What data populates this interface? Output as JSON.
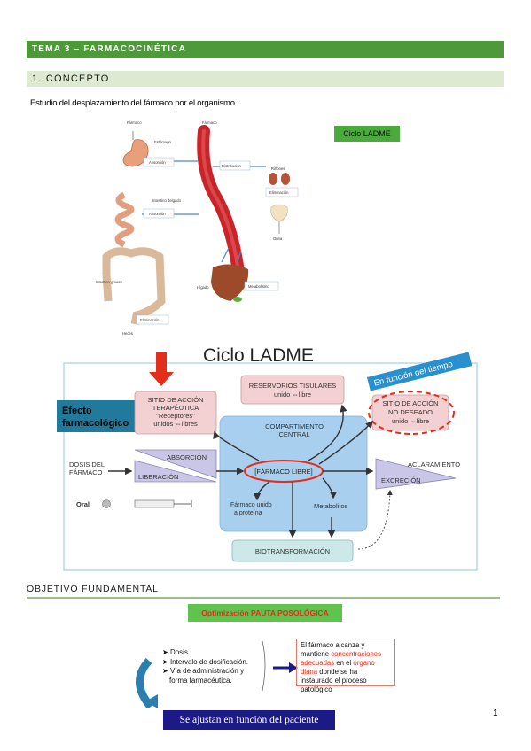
{
  "header": {
    "title": "TEMA 3 – FARMACOCINÉTICA",
    "section": "1. CONCEPTO",
    "intro": "Estudio del desplazamiento del fármaco por el organismo.",
    "ladme_tag": "Ciclo LADME"
  },
  "anatomy": {
    "farmaco_left": "Fármaco",
    "farmaco_right": "Fármaco",
    "estomago": "Estómago",
    "absorcion_1": "Absorción",
    "intestino_delgado": "Intestino delgado",
    "absorcion_2": "Absorción",
    "intestino_grueso": "Intestino grueso",
    "eliminacion_1": "Eliminación",
    "heces": "Heces",
    "distribucion": "Distribución",
    "rinones": "Riñones",
    "eliminacion_2": "Eliminación",
    "orina": "Orina",
    "higado": "Hígado",
    "metabolismo": "Metabolismo"
  },
  "ladme": {
    "title": "Ciclo LADME",
    "tiempo": "En función del tiempo",
    "efecto_1": "Efecto",
    "efecto_2": "farmacológico",
    "sitio_accion": [
      "SITIO DE ACCIÓN",
      "TERAPÉUTICA",
      "\"Receptores\"",
      "unidos ⇔libres"
    ],
    "reservorios": [
      "RESERVORIOS TISULARES",
      "unido ⇔libre"
    ],
    "no_deseado": [
      "SITIO DE ACCIÓN",
      "NO DESEADO",
      "unido ⇔libre"
    ],
    "compartimento": [
      "COMPARTIMENTO",
      "CENTRAL"
    ],
    "dosis": [
      "DOSIS DEL",
      "FÁRMACO"
    ],
    "absorcion": "ABSORCIÓN",
    "liberacion": "LIBERACIÓN",
    "farmaco_libre": "[FÁRMACO LIBRE]",
    "aclaramiento": "ACLARAMIENTO",
    "excrecion": "EXCRECIÓN",
    "oral": "Oral",
    "farmaco_unido": [
      "Fármaco unido",
      "a proteína"
    ],
    "metabolitos": "Metabolitos",
    "biotransformacion": "BIOTRANSFORMACIÓN"
  },
  "objetivo": {
    "heading": "OBJETIVO FUNDAMENTAL",
    "pauta": "Optimización PAUTA POSOLÓGICA",
    "items": [
      "Dosis.",
      "Intervalo de dosificación.",
      "Vía de administración y",
      "forma farmacéutica."
    ],
    "result_1": "El fármaco alcanza y",
    "result_2": "mantiene",
    "result_3": "concentraciones",
    "result_4": "adecuadas",
    "result_5": "en el",
    "result_6": "órgano",
    "result_7": "diana",
    "result_8": "donde se ha",
    "result_9": "instaurado el proceso",
    "result_10": "patológico",
    "ajustan": "Se ajustan en función del paciente"
  },
  "page_number": "1",
  "colors": {
    "title_green": "#4e9a3a",
    "section_green": "#dbead0",
    "tag_green": "#4aab3c",
    "blood_red": "#c8242a",
    "arrow_red": "#e52d1c",
    "teal_blue": "#1f7a9c",
    "navy": "#1c1a86"
  }
}
